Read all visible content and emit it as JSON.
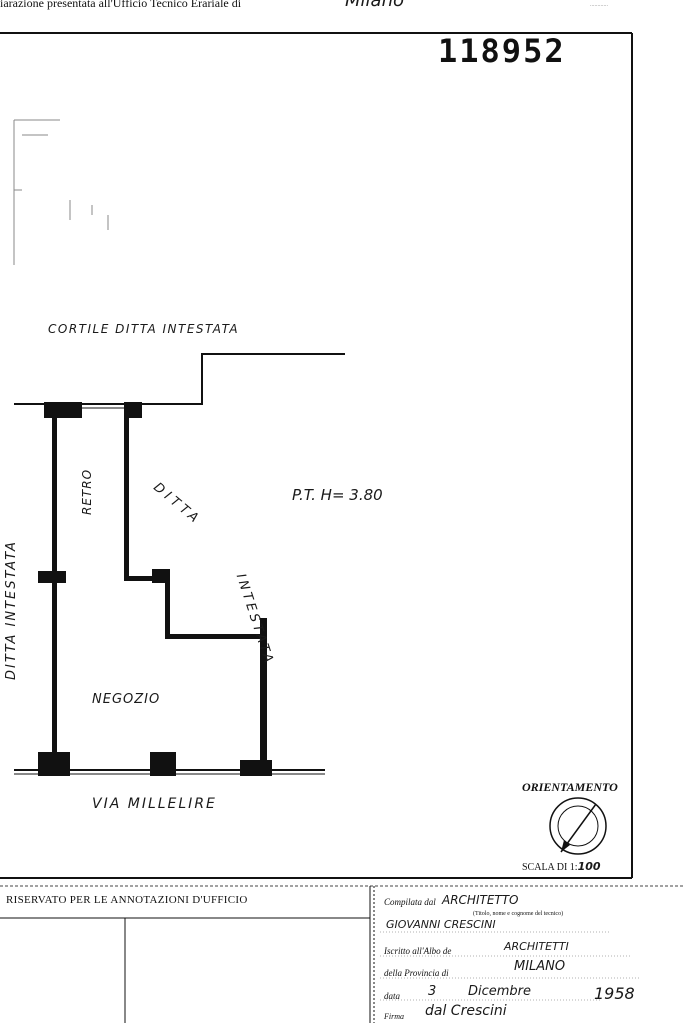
{
  "header": {
    "printed_text": "iarazione presentata all'Ufficio Tecnico Erariale di",
    "handwritten_city": "Milano",
    "doc_number": "118952",
    "right_marker": "............"
  },
  "plan": {
    "courtyard_label": "CORTILE  DITTA  INTESTATA",
    "street_label": "VIA  MILLELIRE",
    "floor_info": "P.T.  H= 3.80",
    "back_room": "RETRO",
    "left_owner": "DITTA  INTESTATA",
    "right_owner_part1": "DITTA",
    "right_owner_part2": "INTESTATA",
    "shop": "NEGOZIO"
  },
  "orientation": {
    "label": "ORIENTAMENTO",
    "scale_prefix": "SCALA DI 1:",
    "scale_value": "100"
  },
  "footer": {
    "reserved_title": "RISERVATO PER LE ANNOTAZIONI D'UFFICIO",
    "compiled_by_prefix": "Compilata dal",
    "compiled_by_title": "ARCHITETTO",
    "compiled_by_note": "(Titolo, nome e cognome del tecnico)",
    "compiled_by_name": "GIOVANNI  CRESCINI",
    "register_prefix": "Iscritto all'Albo de",
    "register_value": "ARCHITETTI",
    "province_prefix": "della Provincia di",
    "province_value": "MILANO",
    "date_prefix": "data",
    "date_day": "3",
    "date_month": "Dicembre",
    "date_year": "1958",
    "signature_prefix": "Firma",
    "signature_value": "dal Crescini"
  }
}
